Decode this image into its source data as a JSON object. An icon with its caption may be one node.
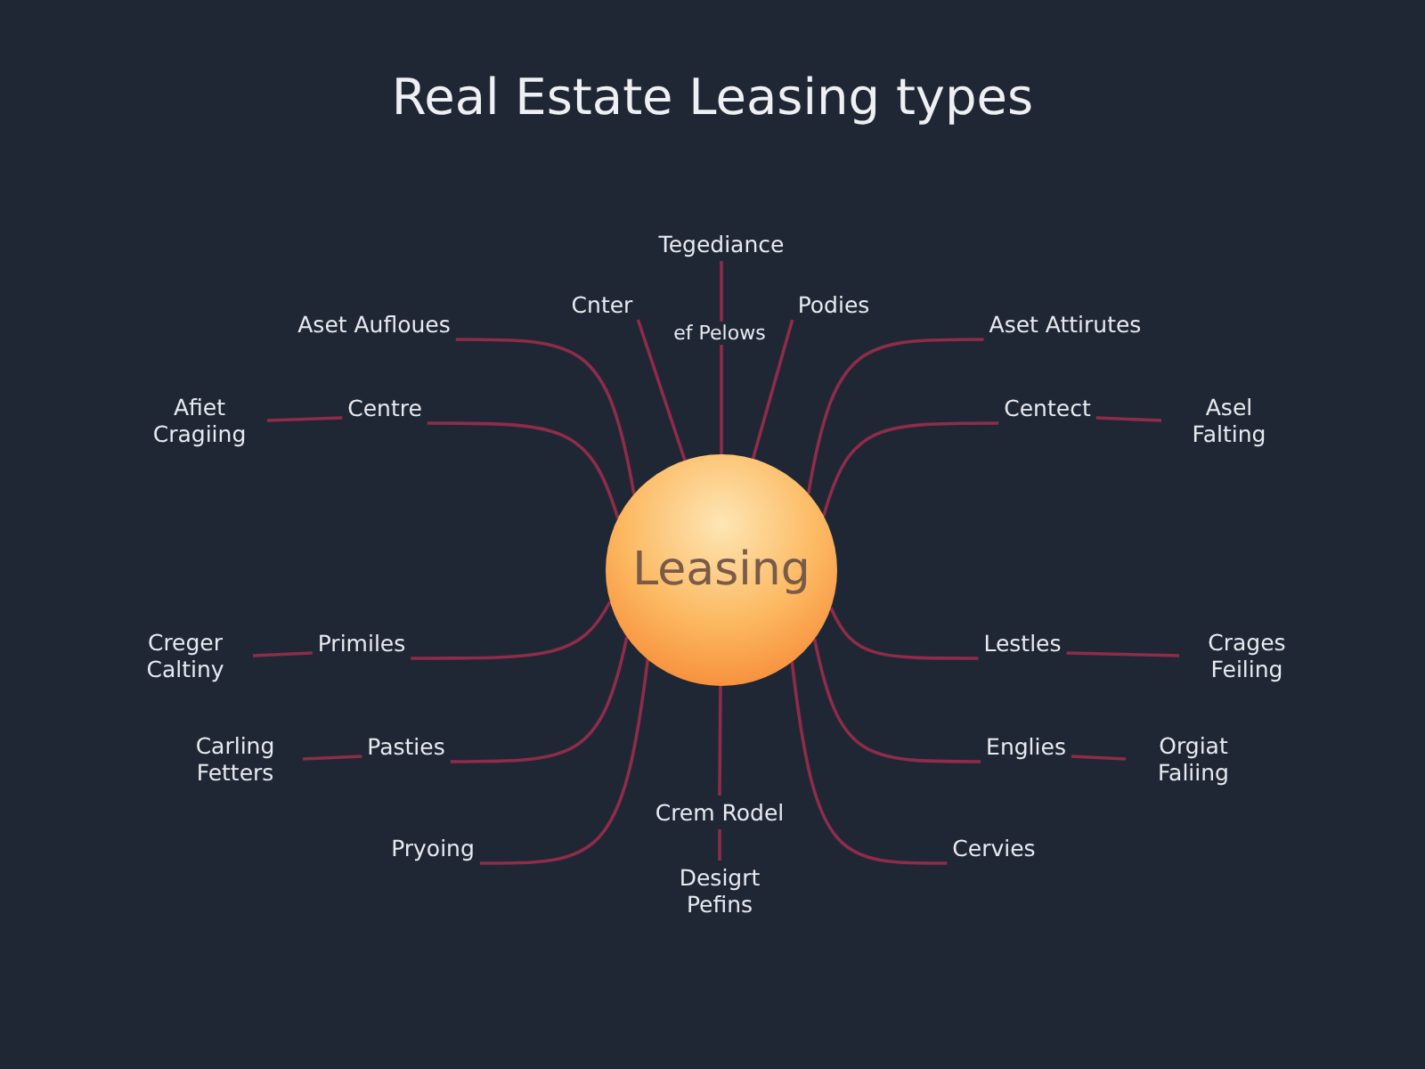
{
  "diagram": {
    "title": "Real Estate Leasing types",
    "nodes": [
      {
        "text": [
          "Leasing"
        ]
      },
      {
        "text": [
          "Tegediance"
        ]
      },
      {
        "text": [
          "Cnter"
        ]
      },
      {
        "text": [
          "Podies"
        ]
      },
      {
        "text": [
          "Aset Aufloues"
        ]
      },
      {
        "text": [
          "Centre"
        ]
      },
      {
        "text": [
          "Afiet Cragiing"
        ]
      },
      {
        "text": [
          "Aset Attirutes"
        ]
      },
      {
        "text": [
          "Centect"
        ]
      },
      {
        "text": [
          "Asel Falting"
        ]
      },
      {
        "text": [
          "Creger Caltiny"
        ]
      },
      {
        "text": [
          "Primiles"
        ]
      },
      {
        "text": [
          "Carling Fetters"
        ]
      },
      {
        "text": [
          "Pasties"
        ]
      },
      {
        "text": [
          "Pryoing"
        ]
      },
      {
        "text": [
          "Crem Rodel"
        ]
      },
      {
        "text": [
          "Desigrt Pefins"
        ]
      },
      {
        "text": [
          "Lestles"
        ]
      },
      {
        "text": [
          "Crages Feiling"
        ]
      },
      {
        "text": [
          "Englies"
        ]
      },
      {
        "text": [
          "Orgiat Faliing"
        ]
      },
      {
        "text": [
          "Cervies"
        ]
      }
    ],
    "edges": [
      {
        "from": 0,
        "to": 1,
        "arrow": "none"
      },
      {
        "from": 0,
        "to": 2,
        "arrow": "none"
      },
      {
        "from": 0,
        "to": 3,
        "arrow": "none"
      },
      {
        "from": 0,
        "to": 4,
        "arrow": "none"
      },
      {
        "from": 0,
        "to": 5,
        "arrow": "none"
      },
      {
        "from": 5,
        "to": 6,
        "arrow": "none"
      },
      {
        "from": 0,
        "to": 7,
        "arrow": "none"
      },
      {
        "from": 0,
        "to": 8,
        "arrow": "none"
      },
      {
        "from": 8,
        "to": 9,
        "arrow": "none"
      },
      {
        "from": 0,
        "to": 11,
        "arrow": "none"
      },
      {
        "from": 11,
        "to": 10,
        "arrow": "none"
      },
      {
        "from": 0,
        "to": 13,
        "arrow": "none"
      },
      {
        "from": 13,
        "to": 12,
        "arrow": "none"
      },
      {
        "from": 0,
        "to": 14,
        "arrow": "none"
      },
      {
        "from": 0,
        "to": 15,
        "arrow": "none"
      },
      {
        "from": 15,
        "to": 16,
        "arrow": "none"
      },
      {
        "from": 0,
        "to": 17,
        "arrow": "none"
      },
      {
        "from": 17,
        "to": 18,
        "arrow": "none"
      },
      {
        "from": 0,
        "to": 19,
        "arrow": "none"
      },
      {
        "from": 19,
        "to": 20,
        "arrow": "none"
      },
      {
        "from": 0,
        "to": 21,
        "arrow": "none"
      }
    ],
    "labels": [
      "ef Pelows"
    ]
  }
}
